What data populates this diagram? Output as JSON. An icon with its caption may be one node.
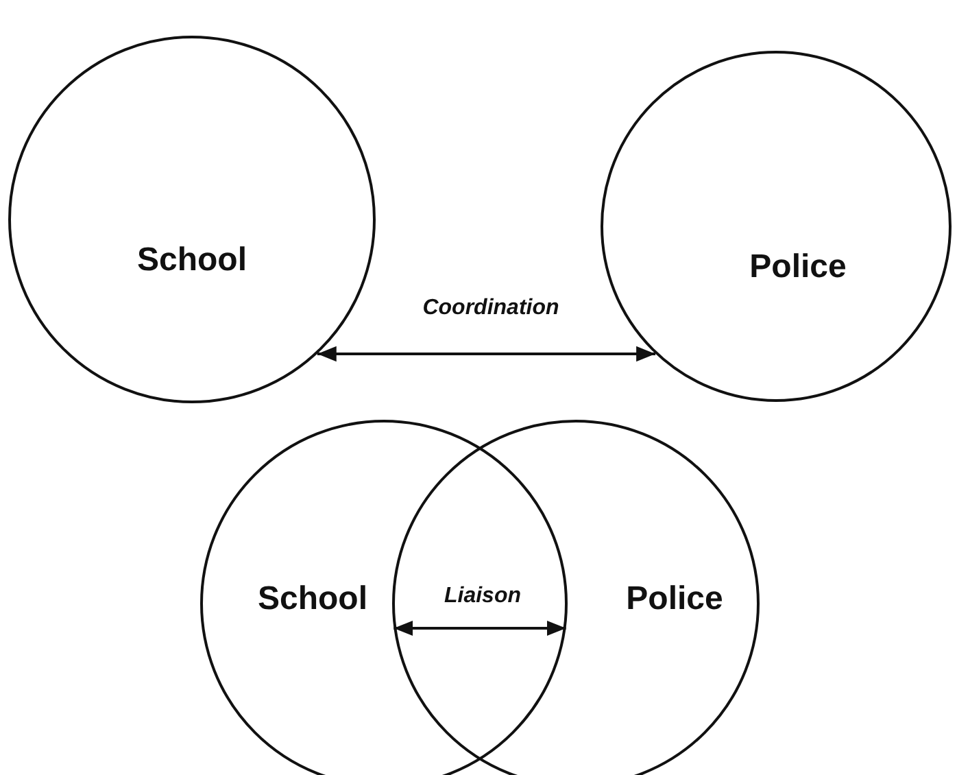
{
  "diagram": {
    "nodes": [
      {
        "text": [
          "School"
        ]
      },
      {
        "text": [
          "Police"
        ]
      },
      {
        "text": [
          "School"
        ]
      },
      {
        "text": [
          "Police"
        ]
      }
    ],
    "edges": [
      {
        "from": 0,
        "to": 1,
        "arrow": "both",
        "label": "Coordination"
      },
      {
        "from": 2,
        "to": 3,
        "arrow": "both",
        "label": "Liaison"
      }
    ]
  }
}
